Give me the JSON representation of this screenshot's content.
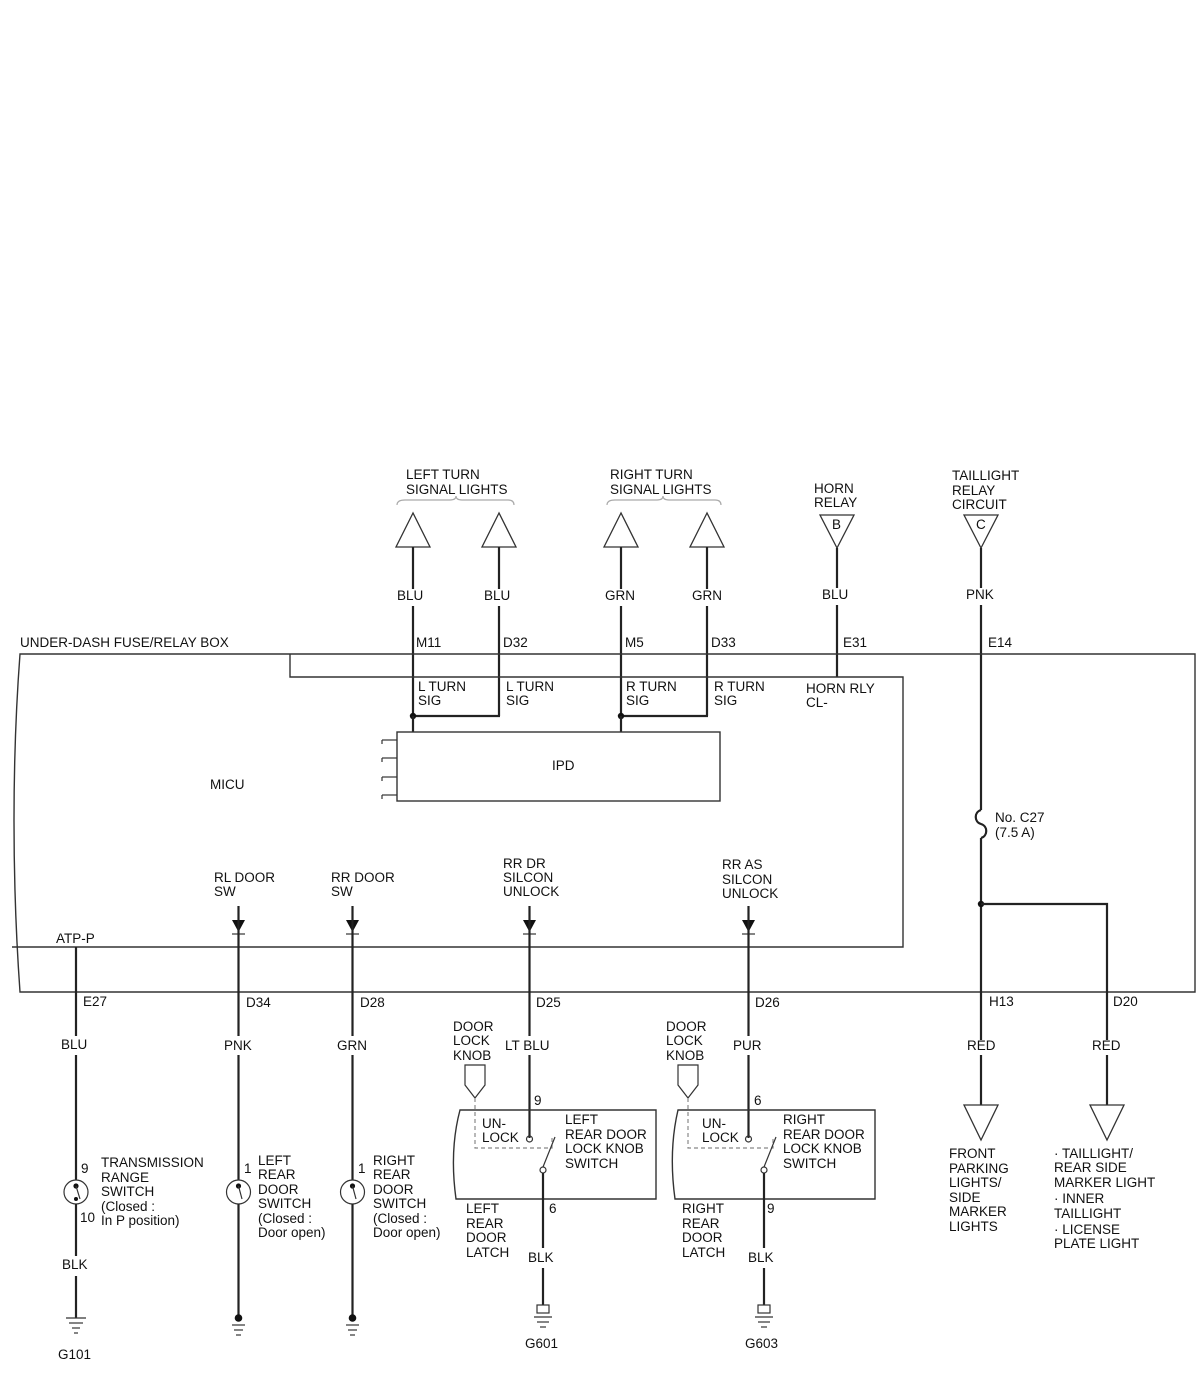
{
  "outputs": {
    "left_turn": [
      "LEFT TURN",
      "SIGNAL LIGHTS"
    ],
    "right_turn": [
      "RIGHT TURN",
      "SIGNAL LIGHTS"
    ],
    "horn_relay": [
      "HORN",
      "RELAY"
    ],
    "horn_relay_pin": "B",
    "taillight_relay": [
      "TAILLIGHT",
      "RELAY",
      "CIRCUIT"
    ],
    "taillight_relay_pin": "C"
  },
  "wires_top": {
    "w1": {
      "color": "BLU",
      "pin": "M11",
      "terminal": [
        "L TURN",
        "SIG"
      ]
    },
    "w2": {
      "color": "BLU",
      "pin": "D32",
      "terminal": [
        "L TURN",
        "SIG"
      ]
    },
    "w3": {
      "color": "GRN",
      "pin": "M5",
      "terminal": [
        "R TURN",
        "SIG"
      ]
    },
    "w4": {
      "color": "GRN",
      "pin": "D33",
      "terminal": [
        "R TURN",
        "SIG"
      ]
    },
    "w5": {
      "color": "BLU",
      "pin": "E31",
      "terminal": [
        "HORN RLY",
        "CL-"
      ]
    },
    "w6": {
      "color": "PNK",
      "pin": "E14"
    }
  },
  "box": {
    "title": "UNDER-DASH FUSE/RELAY BOX",
    "micu": "MICU",
    "ipd": "IPD",
    "fuse": [
      "No. C27",
      "(7.5 A)"
    ]
  },
  "inputs": {
    "rl_door": [
      "RL DOOR",
      "SW"
    ],
    "rr_door": [
      "RR DOOR",
      "SW"
    ],
    "rr_dr": [
      "RR DR",
      "SILCON",
      "UNLOCK"
    ],
    "rr_as": [
      "RR AS",
      "SILCON",
      "UNLOCK"
    ],
    "atp": "ATP-P"
  },
  "wires_bottom": {
    "b1": {
      "pin": "E27",
      "color": "BLU"
    },
    "b2": {
      "pin": "D34",
      "color": "PNK"
    },
    "b3": {
      "pin": "D28",
      "color": "GRN"
    },
    "b4": {
      "pin": "D25",
      "color": "LT BLU"
    },
    "b5": {
      "pin": "D26",
      "color": "PUR"
    },
    "b6": {
      "pin": "H13",
      "color": "RED"
    },
    "b7": {
      "pin": "D20",
      "color": "RED"
    }
  },
  "components": {
    "trans_switch": {
      "pins": [
        "9",
        "10"
      ],
      "label": [
        "TRANSMISSION",
        "RANGE",
        "SWITCH",
        "(Closed :",
        "In P position)"
      ],
      "ground_color": "BLK",
      "ground": "G101"
    },
    "left_door_switch": {
      "pin": "1",
      "label": [
        "LEFT",
        "REAR",
        "DOOR",
        "SWITCH",
        "(Closed :",
        "Door open)"
      ]
    },
    "right_door_switch": {
      "pin": "1",
      "label": [
        "RIGHT",
        "REAR",
        "DOOR",
        "SWITCH",
        "(Closed :",
        "Door open)"
      ]
    },
    "left_latch": {
      "knob": [
        "DOOR",
        "LOCK",
        "KNOB"
      ],
      "unlock": [
        "UN-",
        "LOCK"
      ],
      "switch": [
        "LEFT",
        "REAR DOOR",
        "LOCK KNOB",
        "SWITCH"
      ],
      "latch": [
        "LEFT",
        "REAR",
        "DOOR",
        "LATCH"
      ],
      "pin_in": "9",
      "pin_out": "6",
      "ground_color": "BLK",
      "ground": "G601"
    },
    "right_latch": {
      "knob": [
        "DOOR",
        "LOCK",
        "KNOB"
      ],
      "unlock": [
        "UN-",
        "LOCK"
      ],
      "switch": [
        "RIGHT",
        "REAR DOOR",
        "LOCK KNOB",
        "SWITCH"
      ],
      "latch": [
        "RIGHT",
        "REAR",
        "DOOR",
        "LATCH"
      ],
      "pin_in": "6",
      "pin_out": "9",
      "ground_color": "BLK",
      "ground": "G603"
    },
    "front_parking": [
      "FRONT",
      "PARKING",
      "LIGHTS/",
      "SIDE",
      "MARKER",
      "LIGHTS"
    ],
    "taillight_out": [
      "· TAILLIGHT/",
      "REAR SIDE",
      "MARKER LIGHT",
      "· INNER",
      "TAILLIGHT",
      "· LICENSE",
      "PLATE LIGHT"
    ]
  }
}
